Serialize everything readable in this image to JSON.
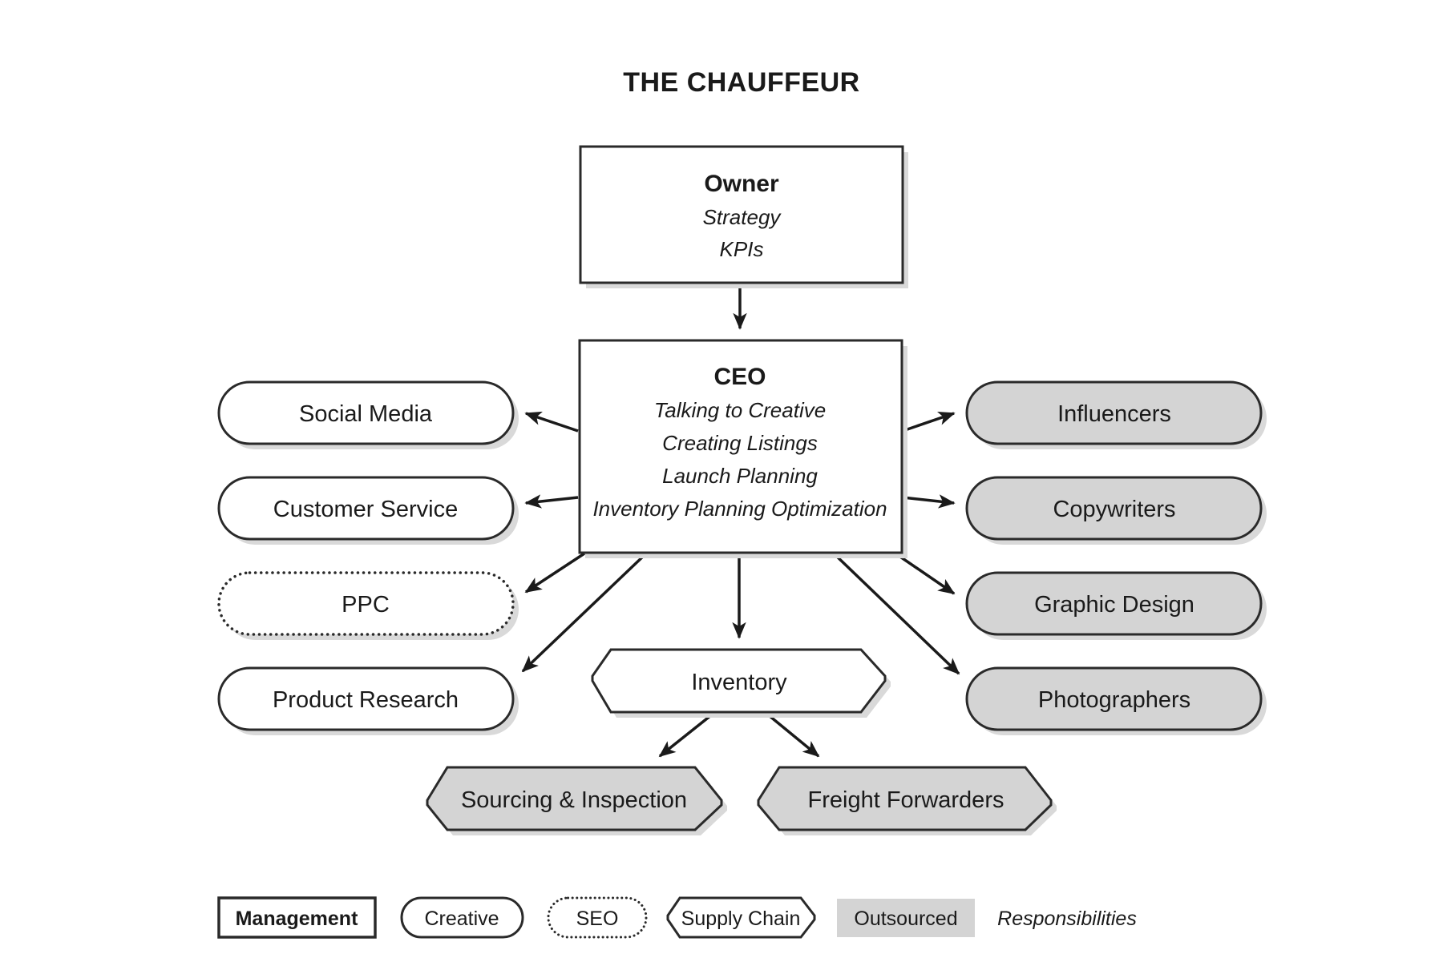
{
  "title": "THE CHAUFFEUR",
  "colors": {
    "stroke": "#2a2a2a",
    "outsourced_fill": "#d4d4d4",
    "internal_fill": "#ffffff",
    "shadow": "#d9d9d9"
  },
  "nodes": {
    "owner": {
      "title": "Owner",
      "type": "Management",
      "responsibilities": [
        "Strategy",
        "KPIs"
      ]
    },
    "ceo": {
      "title": "CEO",
      "type": "Management",
      "responsibilities": [
        "Talking to Creative",
        "Creating Listings",
        "Launch Planning",
        "Inventory Planning Optimization"
      ]
    },
    "social_media": {
      "label": "Social Media",
      "type": "Creative"
    },
    "customer_service": {
      "label": "Customer Service",
      "type": "Creative"
    },
    "ppc": {
      "label": "PPC",
      "type": "SEO"
    },
    "product_research": {
      "label": "Product Research",
      "type": "Creative"
    },
    "influencers": {
      "label": "Influencers",
      "type": "Outsourced"
    },
    "copywriters": {
      "label": "Copywriters",
      "type": "Outsourced"
    },
    "graphic_design": {
      "label": "Graphic Design",
      "type": "Outsourced"
    },
    "photographers": {
      "label": "Photographers",
      "type": "Outsourced"
    },
    "inventory": {
      "label": "Inventory",
      "type": "Supply Chain"
    },
    "sourcing_inspection": {
      "label": "Sourcing & Inspection",
      "type": "Supply Chain, Outsourced"
    },
    "freight_forwarders": {
      "label": "Freight Forwarders",
      "type": "Supply Chain, Outsourced"
    }
  },
  "edges": [
    [
      "owner",
      "ceo"
    ],
    [
      "ceo",
      "social_media"
    ],
    [
      "ceo",
      "customer_service"
    ],
    [
      "ceo",
      "ppc"
    ],
    [
      "ceo",
      "product_research"
    ],
    [
      "ceo",
      "influencers"
    ],
    [
      "ceo",
      "copywriters"
    ],
    [
      "ceo",
      "graphic_design"
    ],
    [
      "ceo",
      "photographers"
    ],
    [
      "ceo",
      "inventory"
    ],
    [
      "inventory",
      "sourcing_inspection"
    ],
    [
      "inventory",
      "freight_forwarders"
    ]
  ],
  "legend": [
    {
      "label": "Management",
      "shape": "rectangle"
    },
    {
      "label": "Creative",
      "shape": "pill"
    },
    {
      "label": "SEO",
      "shape": "dotted-pill"
    },
    {
      "label": "Supply Chain",
      "shape": "octagon"
    },
    {
      "label": "Outsourced",
      "shape": "gray-fill"
    },
    {
      "label": "Responsibilities",
      "shape": "italic-text"
    }
  ]
}
